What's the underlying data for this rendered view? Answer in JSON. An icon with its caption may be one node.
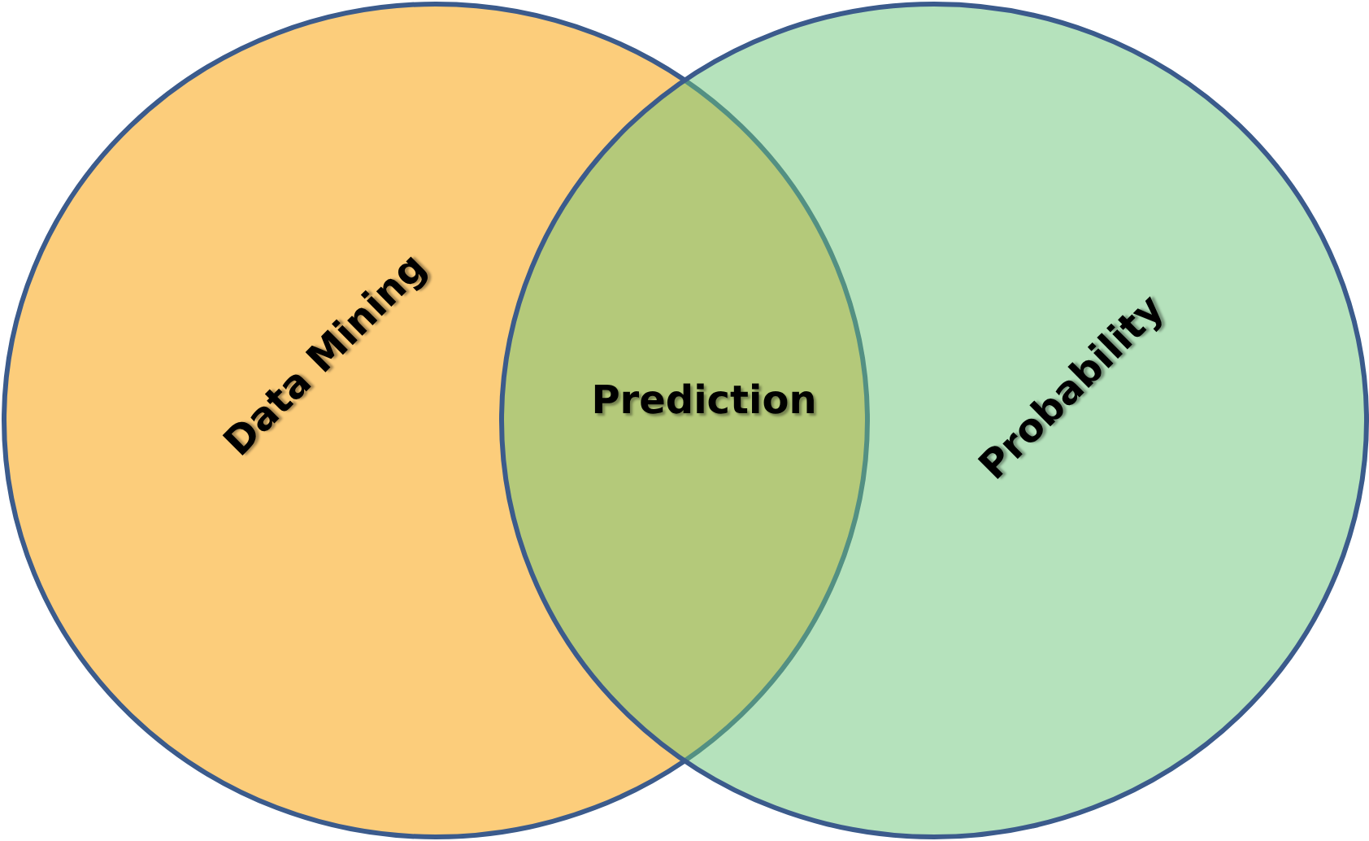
{
  "diagram": {
    "nodes": [
      {
        "text": [
          "Data Mining"
        ]
      },
      {
        "text": [
          "Probability"
        ]
      }
    ],
    "labels": [
      "Prediction"
    ]
  }
}
